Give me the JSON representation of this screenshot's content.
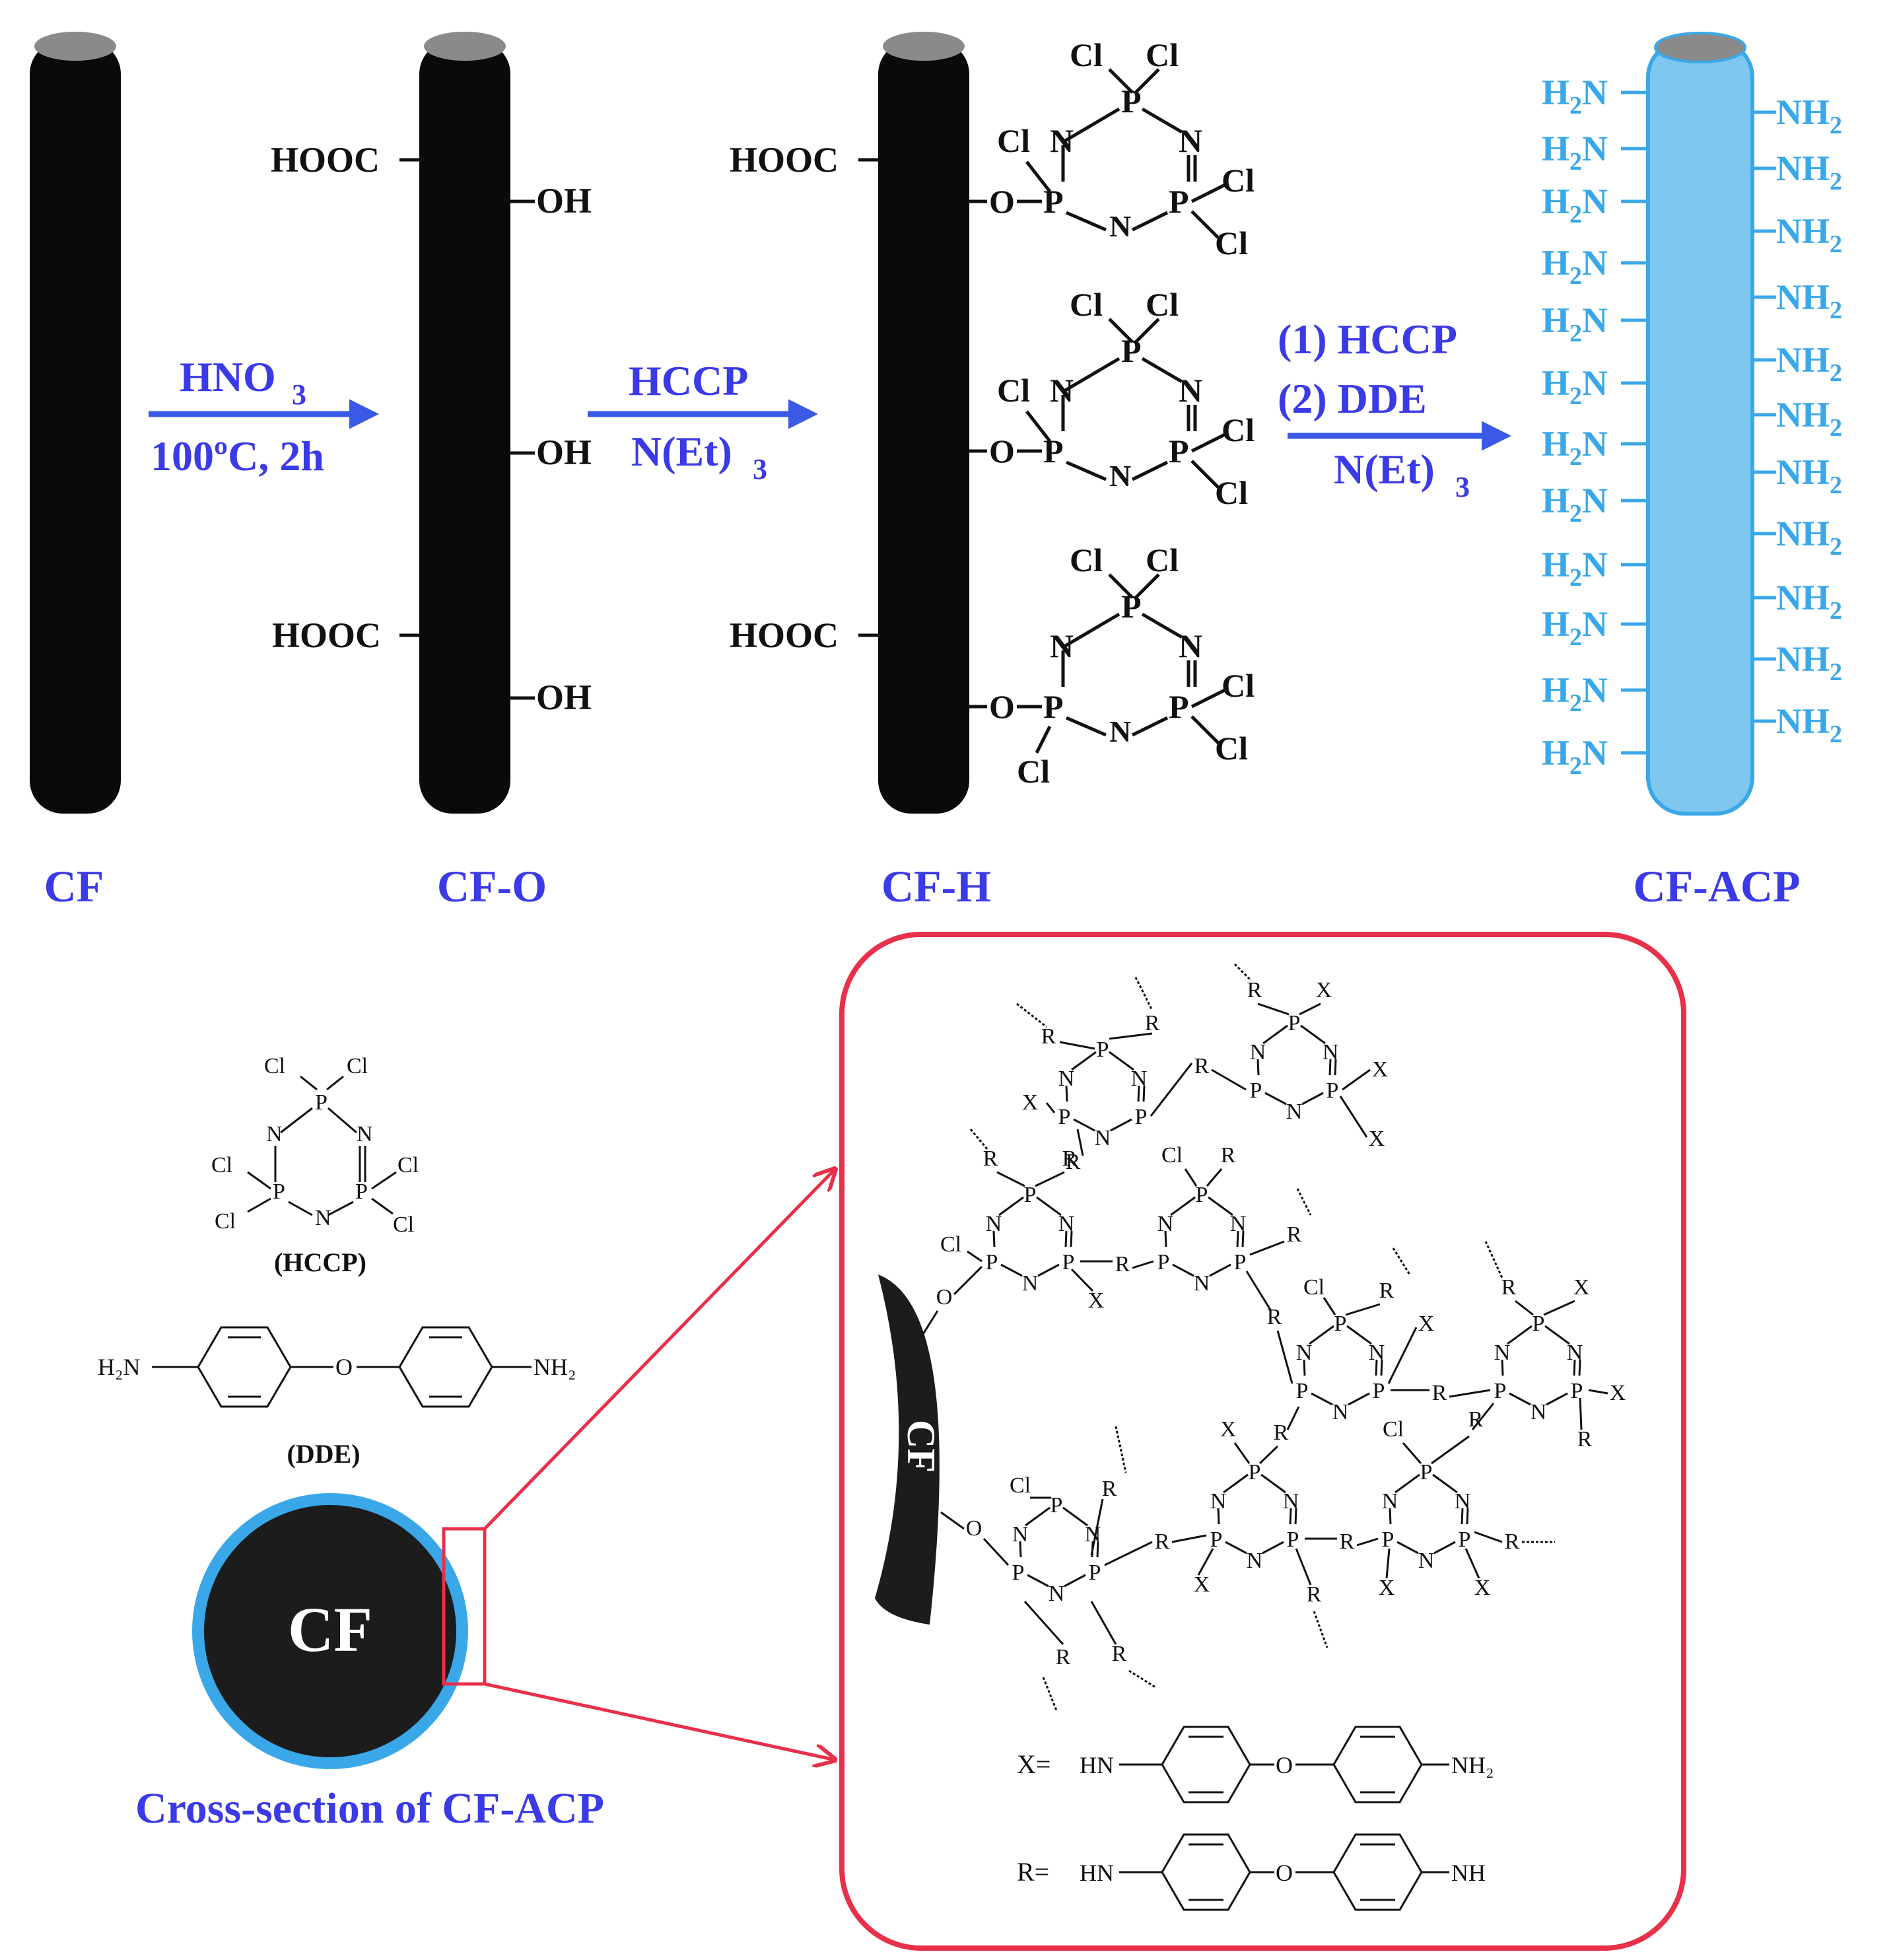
{
  "stages": {
    "cf": "CF",
    "cf_o": "CF-O",
    "cf_h": "CF-H",
    "cf_acp": "CF-ACP"
  },
  "steps": {
    "step1_reagent": "HNO",
    "step1_reagent_sub": "3",
    "step1_conditions": "100ºC, 2h",
    "step2_reagent": "HCCP",
    "step2_base": "N(Et)",
    "step2_base_sub": "3",
    "step3_line1": "(1) HCCP",
    "step3_line2": "(2) DDE",
    "step3_base": "N(Et)",
    "step3_base_sub": "3"
  },
  "groups": {
    "carboxyl": "HOOC",
    "hydroxyl": "OH",
    "amine_left": "H",
    "amine_left_sub": "2",
    "amine_left_tail": "N",
    "amine_right": "NH",
    "amine_right_sub": "2",
    "oxygen": "O",
    "chlorine": "Cl",
    "phosphorus": "P",
    "nitrogen": "N"
  },
  "reagents": {
    "hccp_label": "(HCCP)",
    "dde_label": "(DDE)",
    "dde_left": "H₂N",
    "dde_right": "NH₂",
    "dde_o": "O"
  },
  "cross_section": {
    "core_label": "CF",
    "caption": "Cross-section of CF-ACP"
  },
  "network": {
    "cf_label": "CF",
    "x_symbol": "X",
    "r_symbol": "R",
    "cl_symbol": "Cl",
    "x_def_prefix": "X=",
    "x_def_left": "HN",
    "x_def_right": "NH₂",
    "r_def_prefix": "R=",
    "r_def_left": "HN",
    "r_def_right": "NH",
    "def_o": "O"
  },
  "colors": {
    "fiber_black": "#0a0a0a",
    "fiber_top": "#8a8a8a",
    "coated_fiber": "#7ec8f0",
    "coated_outline": "#3aa8e8",
    "arrow_blue": "#3a5ae6",
    "label_blue": "#3a3ae6",
    "zoom_red": "#e8304a"
  }
}
